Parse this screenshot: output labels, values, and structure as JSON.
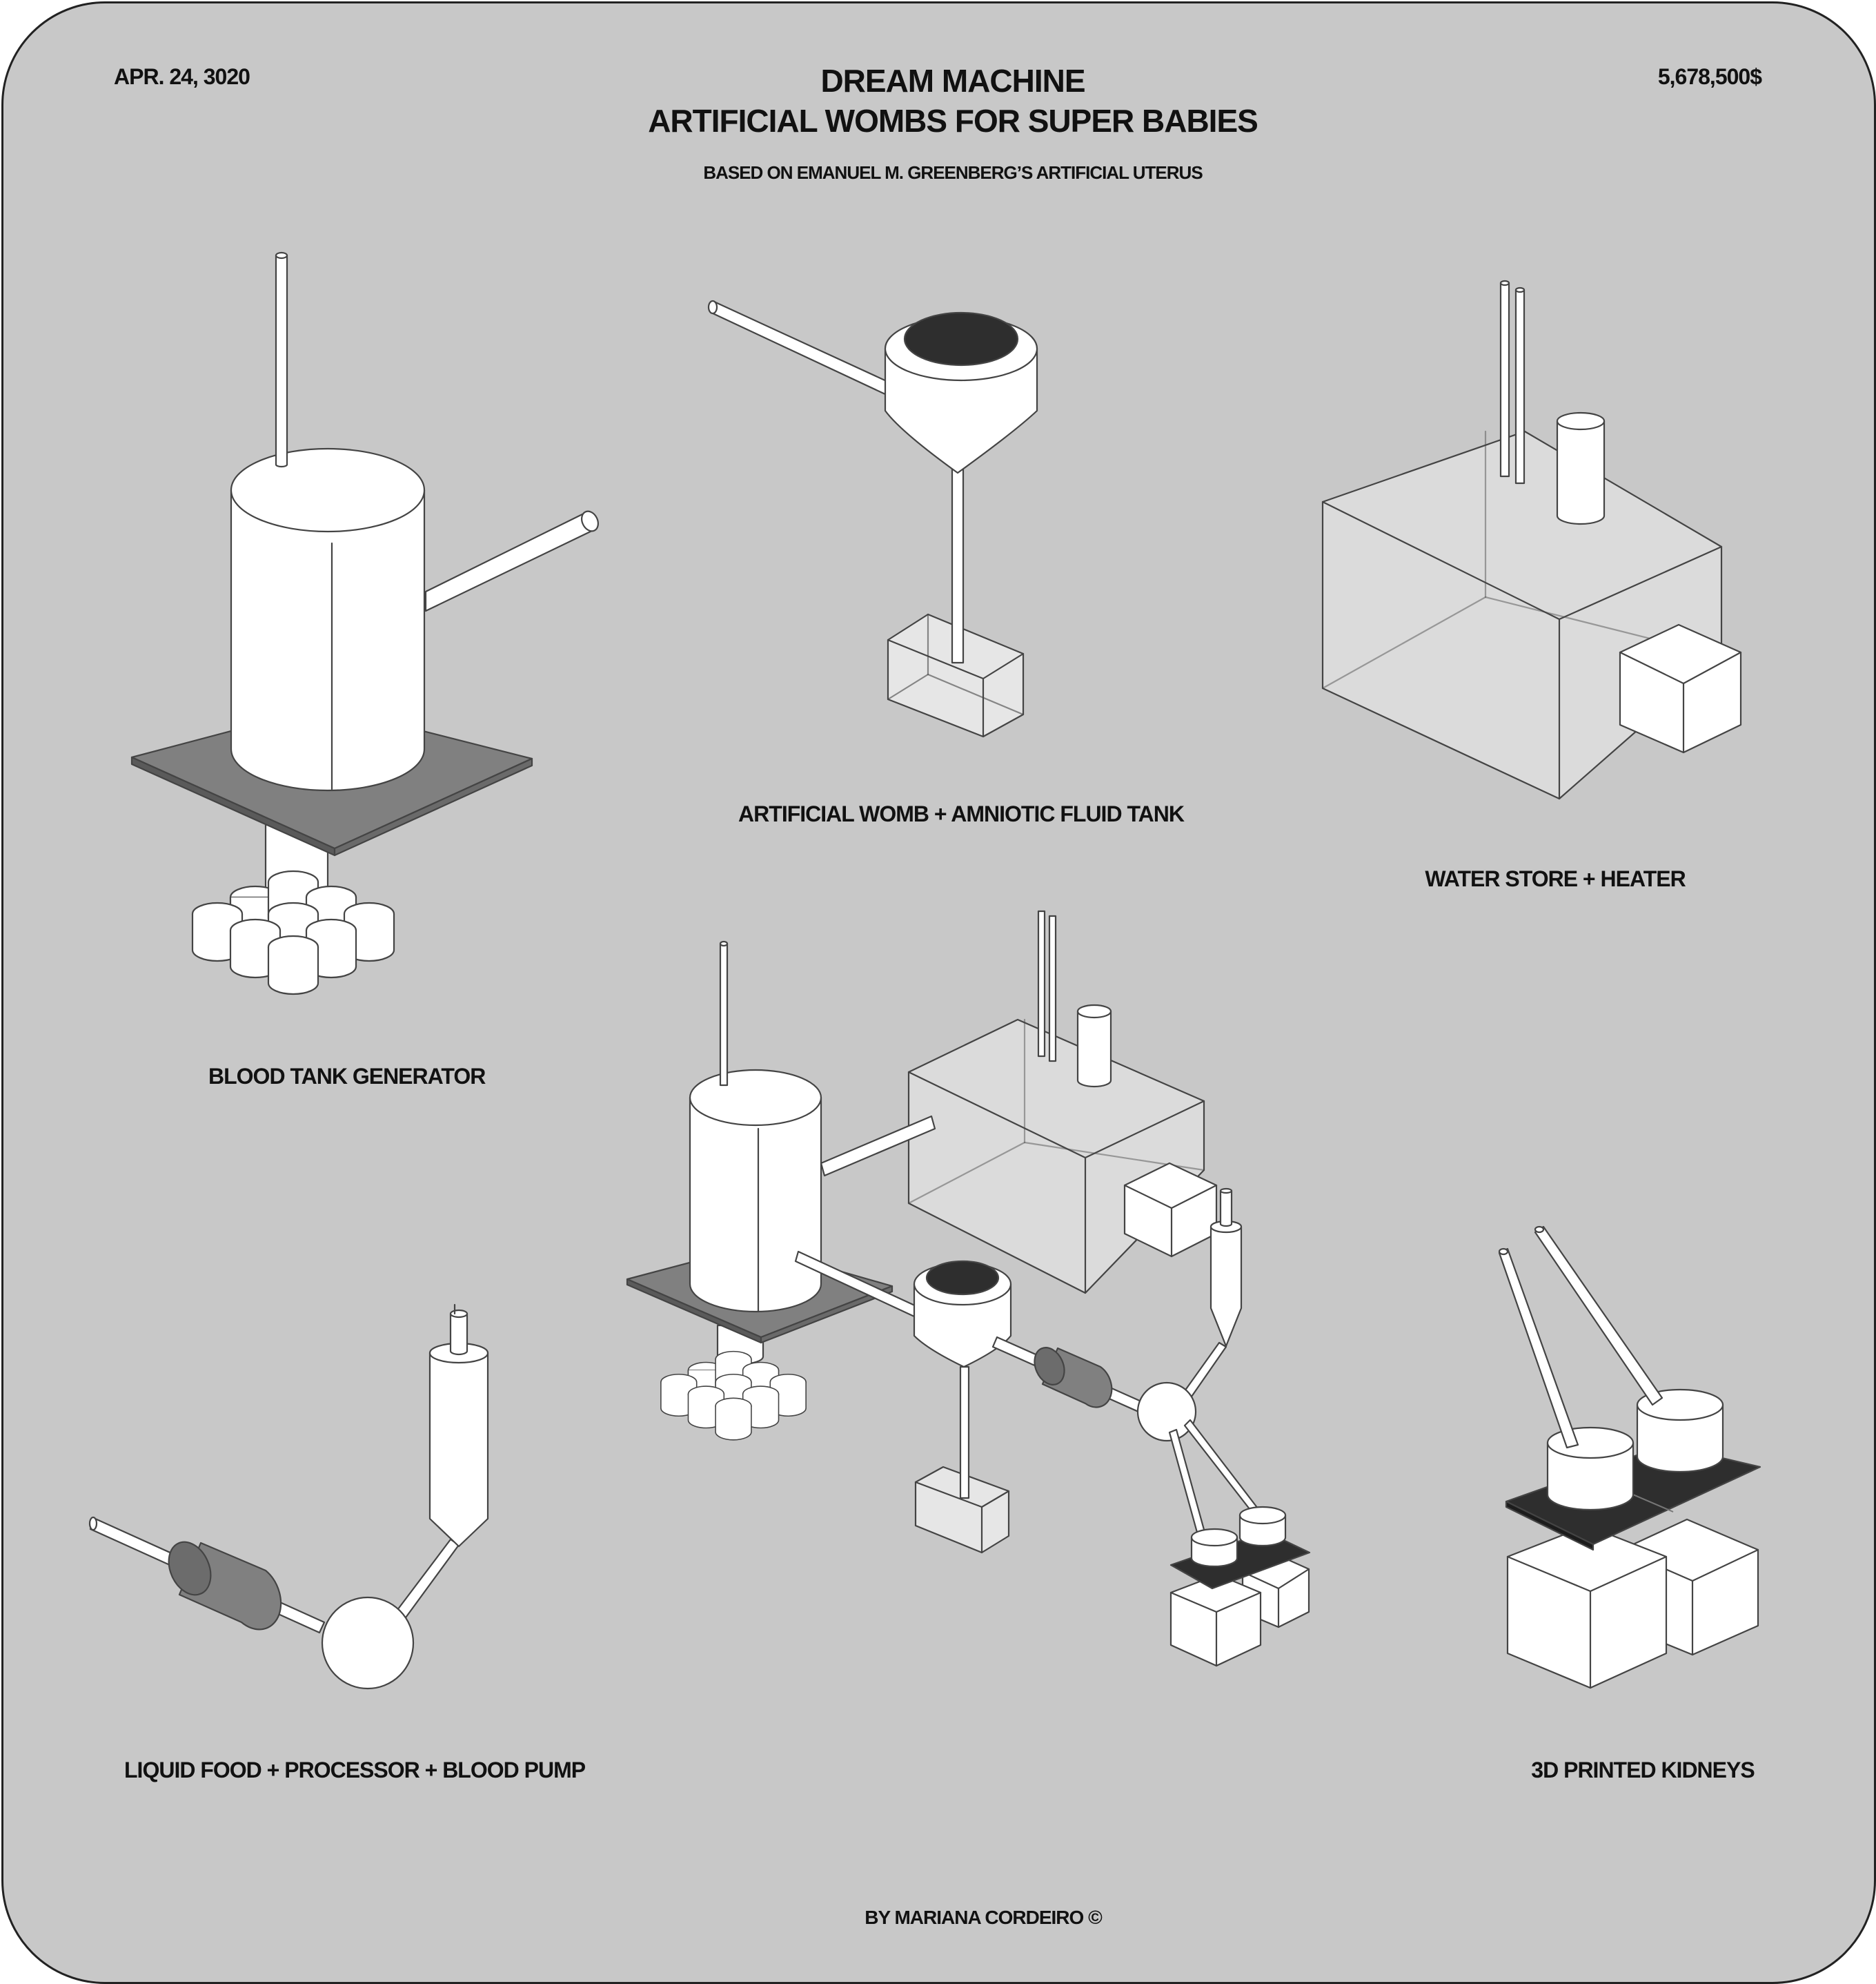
{
  "header": {
    "date": "APR. 24, 3020",
    "price": "5,678,500$",
    "title_line1": "DREAM MACHINE",
    "title_line2": "ARTIFICIAL WOMBS FOR SUPER BABIES",
    "subtitle": "BASED ON EMANUEL M. GREENBERG’S ARTIFICIAL UTERUS"
  },
  "captions": {
    "blood_tank": "BLOOD TANK GENERATOR",
    "womb": "ARTIFICIAL WOMB + AMNIOTIC FLUID TANK",
    "water": "WATER STORE + HEATER",
    "food": "LIQUID FOOD + PROCESSOR + BLOOD PUMP",
    "kidneys": "3D PRINTED KIDNEYS"
  },
  "footer": {
    "credit": "BY MARIANA CORDEIRO ©"
  },
  "colors": {
    "background": "#c8c8c8",
    "white": "#ffffff",
    "mid_gray": "#808080",
    "dark": "#2e2e2e",
    "line": "#444444"
  }
}
